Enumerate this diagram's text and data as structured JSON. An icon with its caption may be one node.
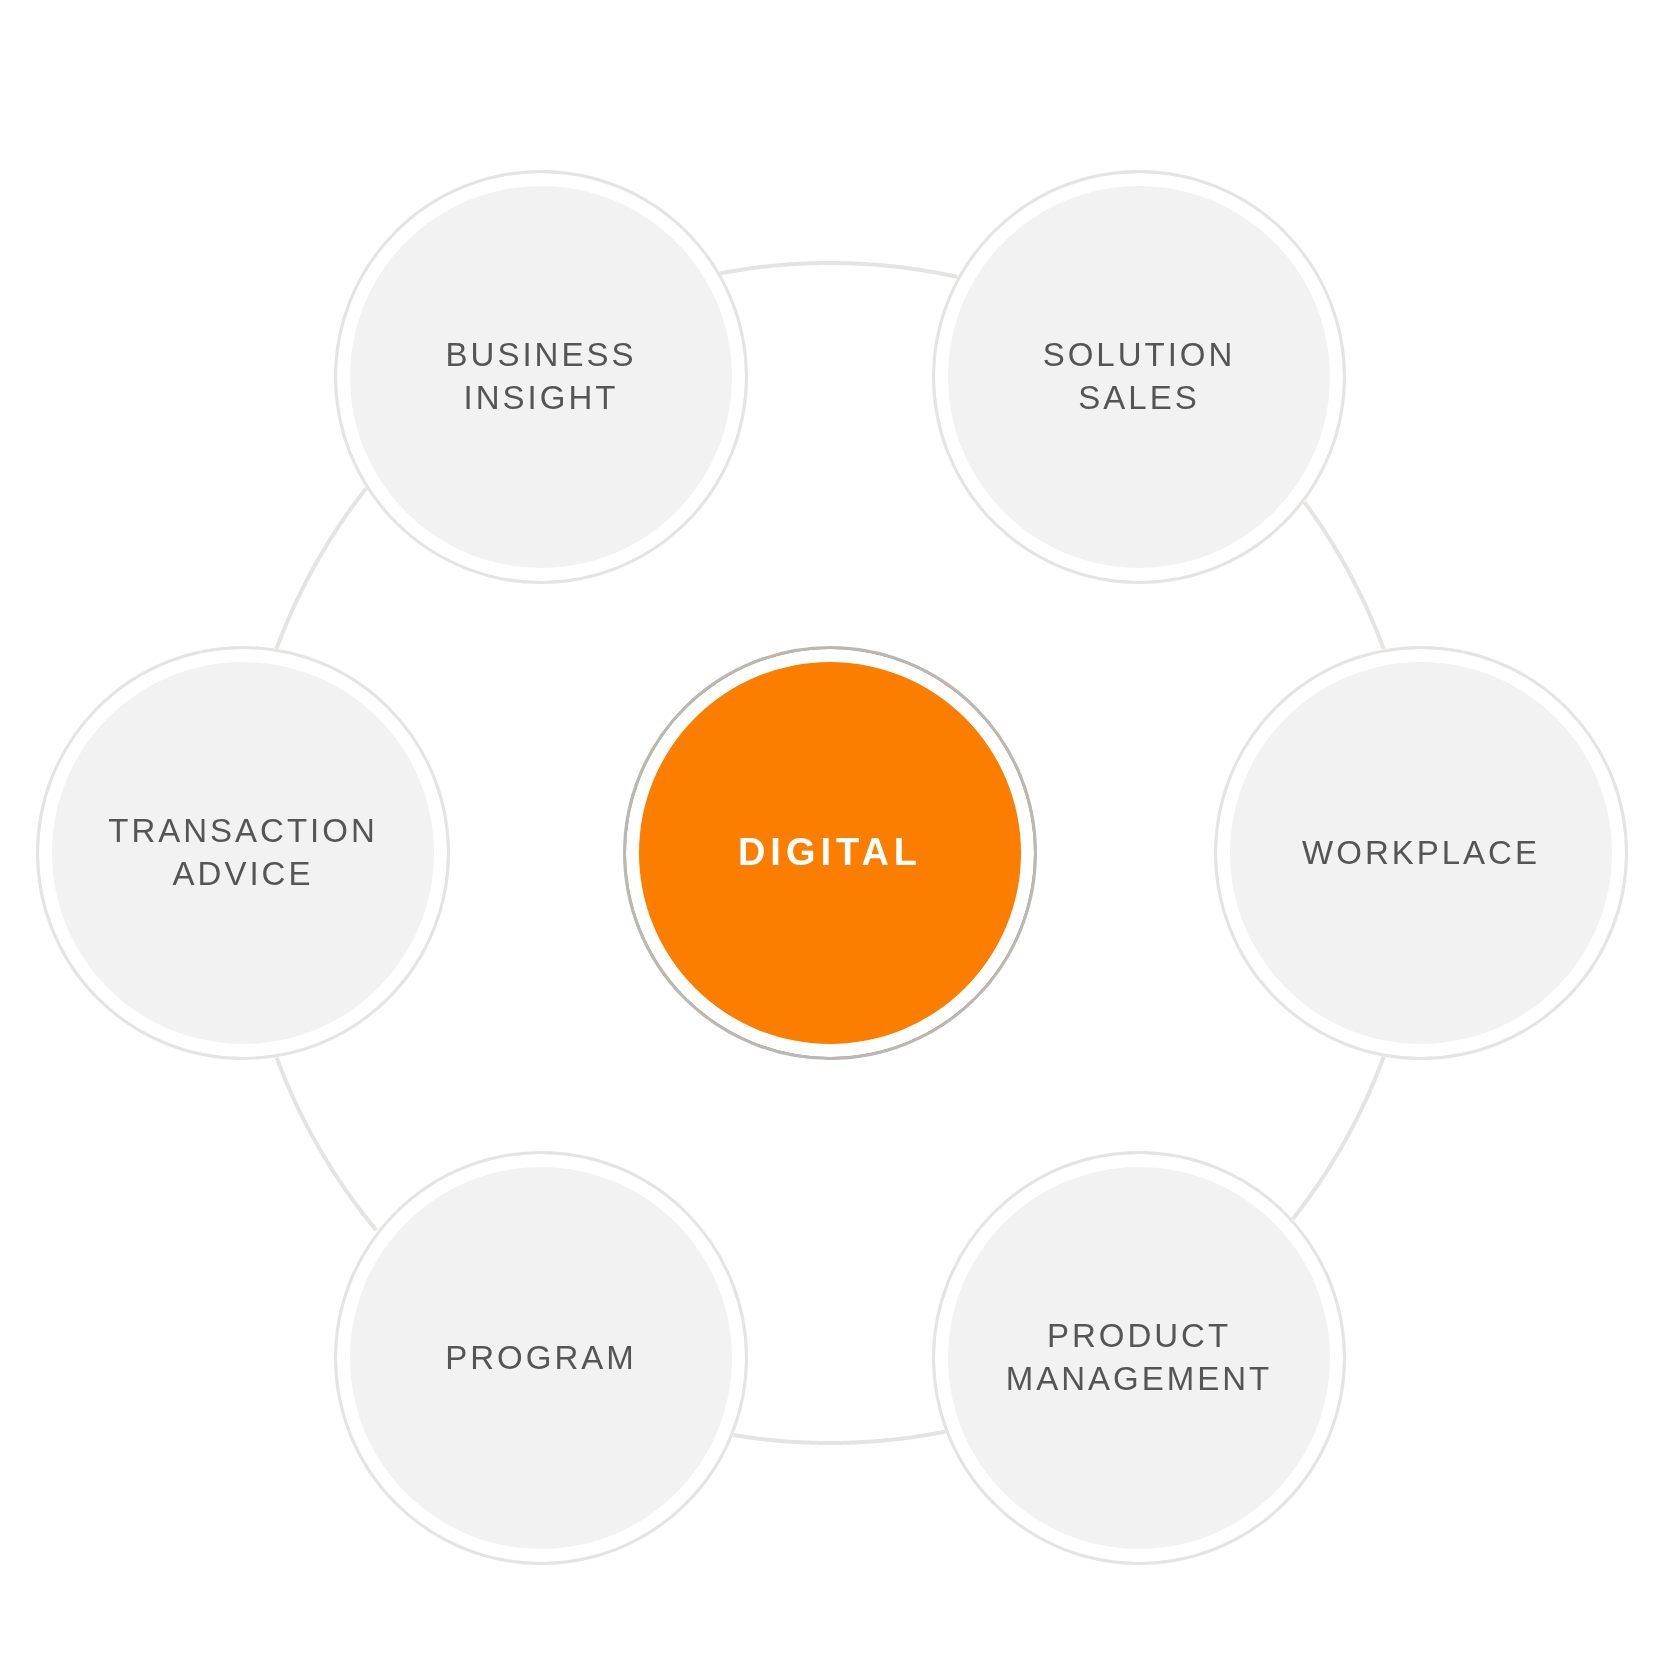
{
  "diagram": {
    "nodes": [
      {
        "text": [
          "BUSINESS INSIGHT"
        ]
      },
      {
        "text": [
          "SOLUTION SALES"
        ]
      },
      {
        "text": [
          "TRANSACTION ADVICE"
        ]
      },
      {
        "text": [
          "DIGITAL"
        ]
      },
      {
        "text": [
          "WORKPLACE"
        ]
      },
      {
        "text": [
          "PROGRAM"
        ]
      },
      {
        "text": [
          "PRODUCT MANAGEMENT"
        ]
      }
    ],
    "edges": [
      {
        "from": 0,
        "to": 1,
        "arrow": "none"
      },
      {
        "from": 1,
        "to": 4,
        "arrow": "none"
      },
      {
        "from": 4,
        "to": 6,
        "arrow": "none"
      },
      {
        "from": 6,
        "to": 5,
        "arrow": "none"
      },
      {
        "from": 5,
        "to": 2,
        "arrow": "none"
      },
      {
        "from": 2,
        "to": 0,
        "arrow": "none"
      }
    ]
  }
}
